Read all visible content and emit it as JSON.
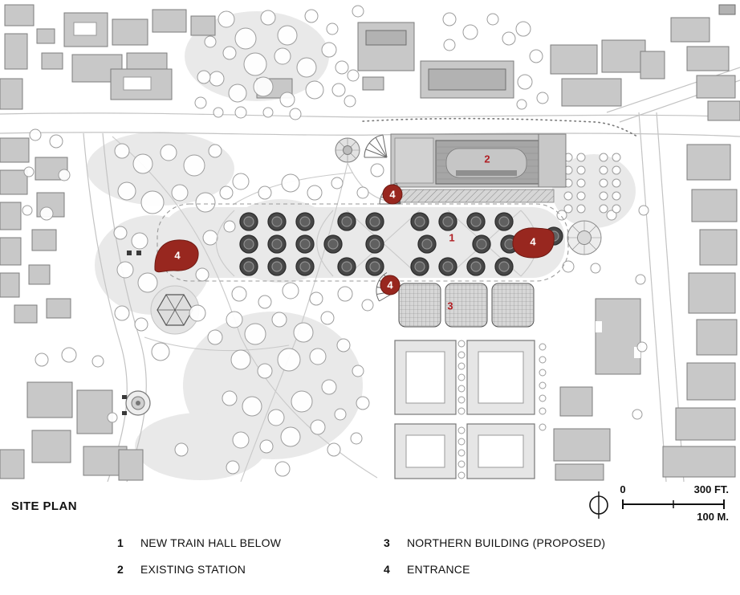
{
  "map": {
    "markers": [
      {
        "number": "1"
      },
      {
        "number": "2"
      },
      {
        "number": "3"
      },
      {
        "number": "4"
      },
      {
        "number": "4"
      },
      {
        "number": "4"
      },
      {
        "number": "4"
      }
    ]
  },
  "footer": {
    "title": "SITE PLAN",
    "scale": {
      "zero": "0",
      "feet": "300 FT.",
      "meters": "100 M."
    }
  },
  "legend": {
    "items": [
      {
        "number": "1",
        "label": "NEW TRAIN HALL BELOW"
      },
      {
        "number": "2",
        "label": "EXISTING STATION"
      },
      {
        "number": "3",
        "label": "NORTHERN BUILDING (PROPOSED)"
      },
      {
        "number": "4",
        "label": "ENTRANCE"
      }
    ]
  },
  "colors": {
    "marker_red": "#b01f24",
    "entrance_red": "#98271f",
    "building_gray": "#c8c8c8",
    "park_gray": "#e9e9e9",
    "ink": "#111111"
  }
}
